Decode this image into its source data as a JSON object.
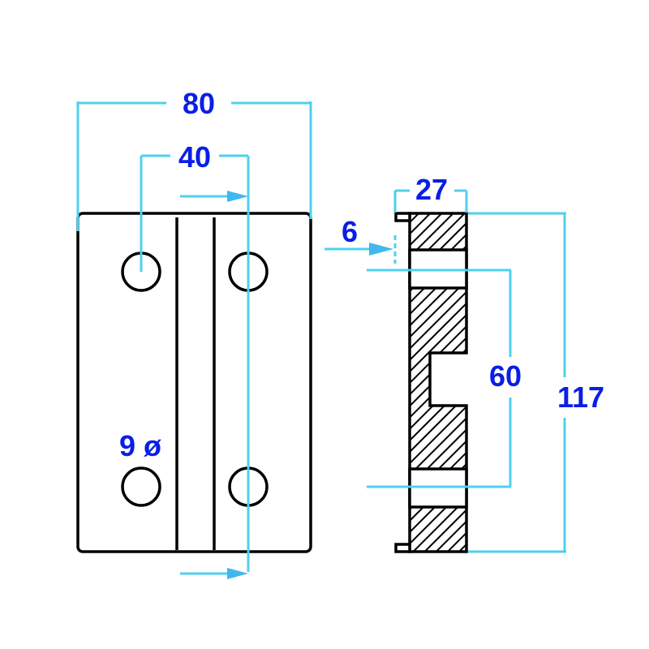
{
  "drawing": {
    "dimensions": {
      "overall_width": "80",
      "hole_spacing_horizontal": "40",
      "hole_diameter": "9 ø",
      "thickness": "27",
      "flange_offset": "6",
      "hole_spacing_vertical": "60",
      "overall_height": "117"
    },
    "colors": {
      "dimension_text": "#0a1ee6",
      "dimension_line": "#4fd0ee",
      "outline": "#000000"
    }
  }
}
